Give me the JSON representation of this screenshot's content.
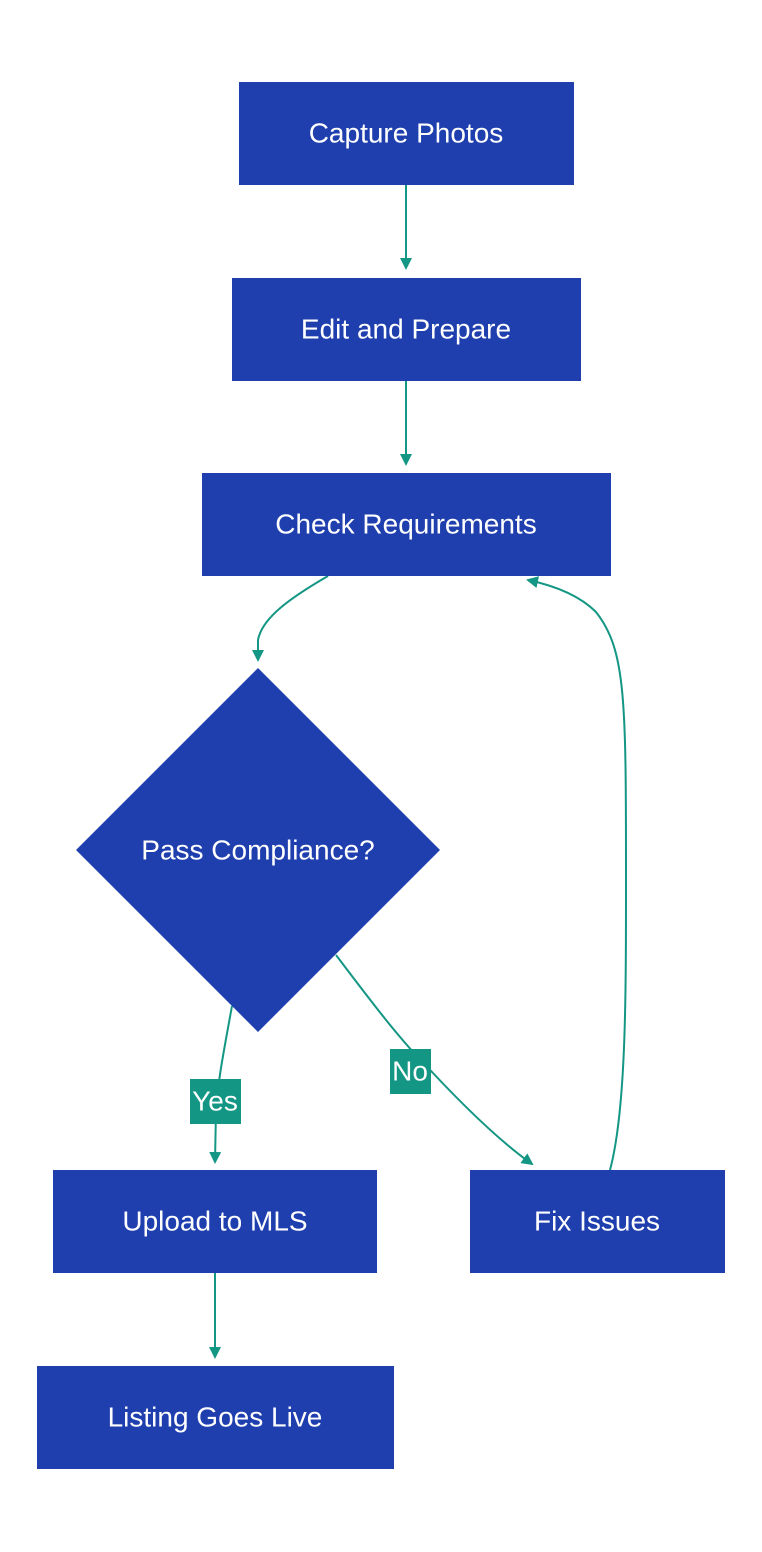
{
  "colors": {
    "node_fill": "#1f3fae",
    "node_text": "#ffffff",
    "edge": "#139683",
    "edge_label_fill": "#139683",
    "edge_label_text": "#ffffff",
    "background": "#ffffff"
  },
  "nodes": {
    "capture_photos": "Capture Photos",
    "edit_and_prepare": "Edit and Prepare",
    "check_requirements": "Check Requirements",
    "pass_compliance": "Pass Compliance?",
    "upload_to_mls": "Upload to MLS",
    "fix_issues": "Fix Issues",
    "listing_goes_live": "Listing Goes Live"
  },
  "edges": [
    {
      "from": "capture_photos",
      "to": "edit_and_prepare",
      "label": ""
    },
    {
      "from": "edit_and_prepare",
      "to": "check_requirements",
      "label": ""
    },
    {
      "from": "check_requirements",
      "to": "pass_compliance",
      "label": ""
    },
    {
      "from": "pass_compliance",
      "to": "upload_to_mls",
      "label": "Yes"
    },
    {
      "from": "pass_compliance",
      "to": "fix_issues",
      "label": "No"
    },
    {
      "from": "fix_issues",
      "to": "check_requirements",
      "label": ""
    },
    {
      "from": "upload_to_mls",
      "to": "listing_goes_live",
      "label": ""
    }
  ],
  "edge_labels": {
    "yes": "Yes",
    "no": "No"
  }
}
